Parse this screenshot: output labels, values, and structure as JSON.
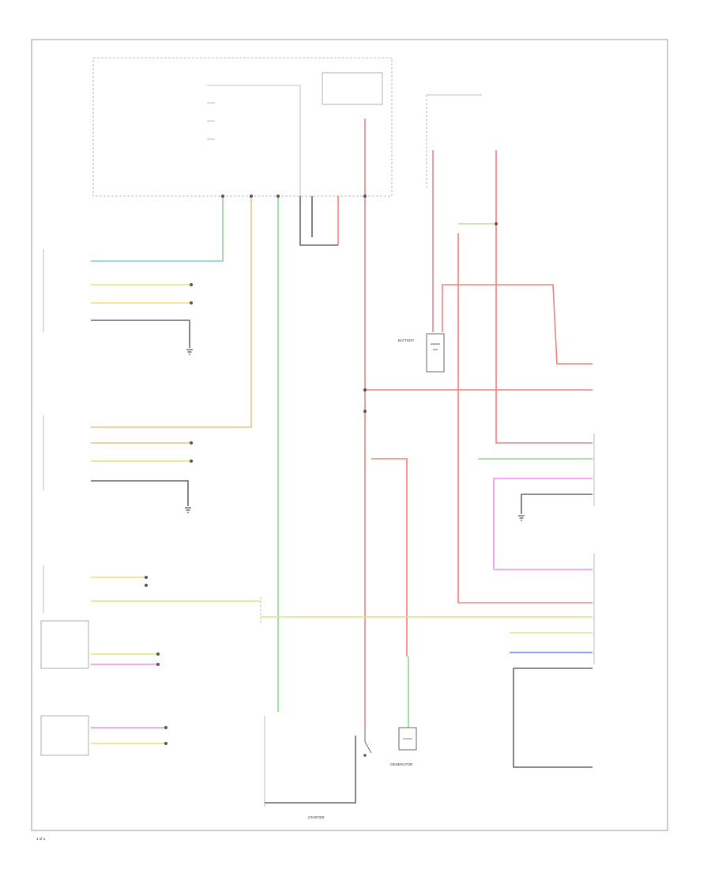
{
  "colors": {
    "red": "#f08080",
    "green": "#8fd48f",
    "lightgreen": "#b6e3a0",
    "yellow": "#e8e07a",
    "orange": "#f5c27a",
    "pink": "#f08cf0",
    "blue": "#6a7de0",
    "cyan": "#7fe0e0",
    "black": "#666666"
  },
  "labels": {
    "starter": "STARTER",
    "generator": "GENERATOR",
    "battery": "BATTERY",
    "footer": "1 of 1"
  }
}
